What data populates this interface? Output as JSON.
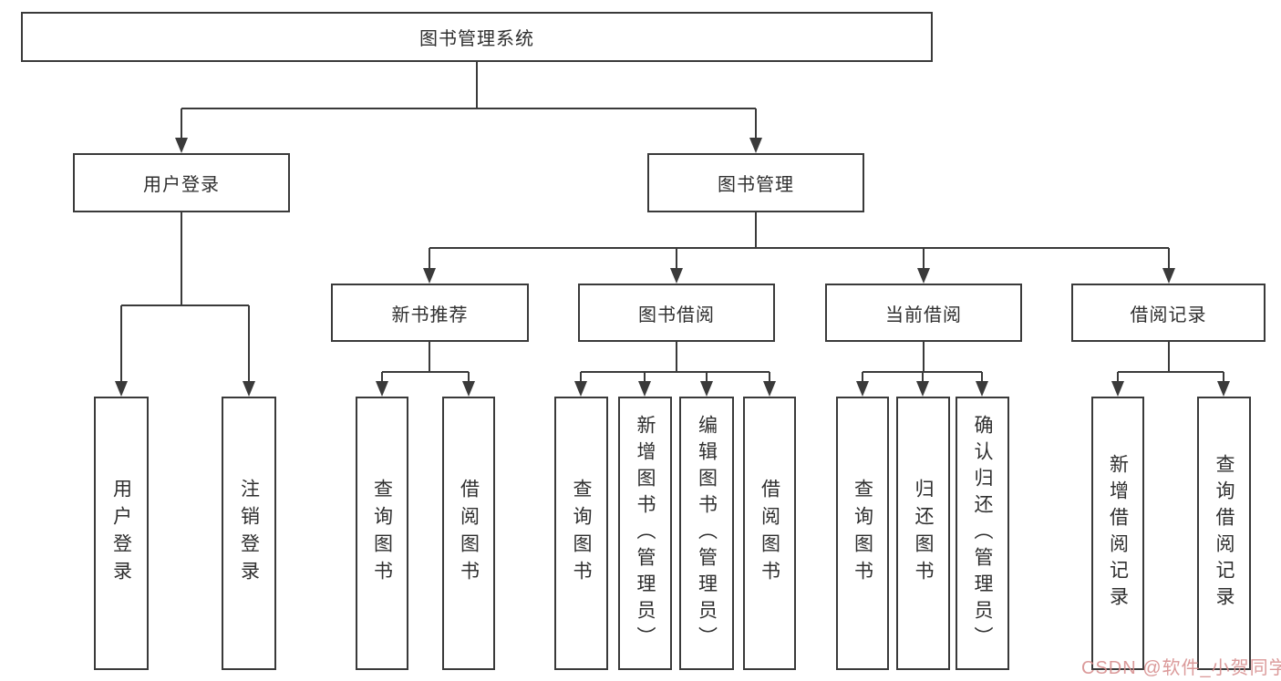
{
  "diagram_type": "hierarchy-tree",
  "tree": {
    "label": "图书管理系统",
    "children": [
      {
        "label": "用户登录",
        "children": [
          {
            "label": "用户登录"
          },
          {
            "label": "注销登录"
          }
        ]
      },
      {
        "label": "图书管理",
        "children": [
          {
            "label": "新书推荐",
            "children": [
              {
                "label": "查询图书"
              },
              {
                "label": "借阅图书"
              }
            ]
          },
          {
            "label": "图书借阅",
            "children": [
              {
                "label": "查询图书"
              },
              {
                "label": "新增图书（管理员）"
              },
              {
                "label": "编辑图书（管理员）"
              },
              {
                "label": "借阅图书"
              }
            ]
          },
          {
            "label": "当前借阅",
            "children": [
              {
                "label": "查询图书"
              },
              {
                "label": "归还图书"
              },
              {
                "label": "确认归还（管理员）"
              }
            ]
          },
          {
            "label": "借阅记录",
            "children": [
              {
                "label": "新增借阅记录"
              },
              {
                "label": "查询借阅记录"
              }
            ]
          }
        ]
      }
    ]
  },
  "watermark": {
    "text": "CSDN @软件_小贺同学"
  },
  "colors": {
    "line": "#3a3a3a",
    "text": "#2f2f2f",
    "background": "#ffffff",
    "watermark": "#d68c8c"
  }
}
